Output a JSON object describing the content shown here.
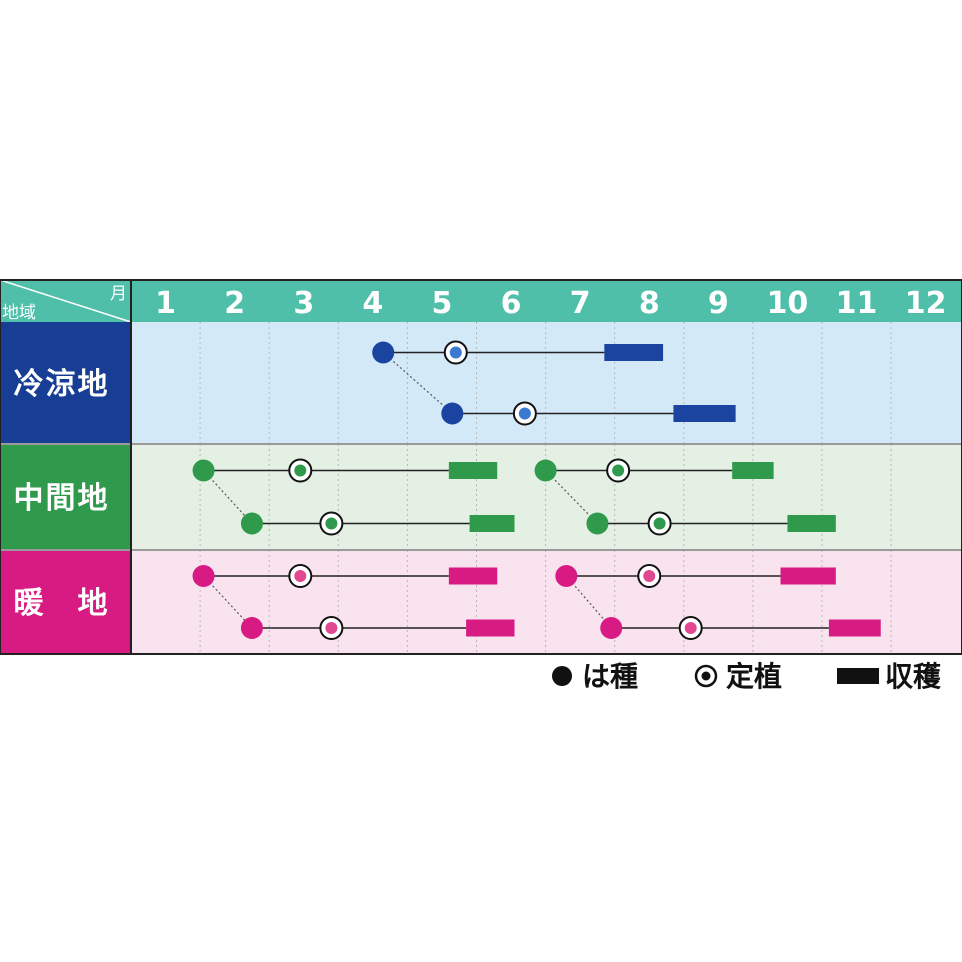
{
  "chart_data": {
    "type": "table",
    "header": {
      "month_unit": "月",
      "region_unit": "地域"
    },
    "months": [
      "1",
      "2",
      "3",
      "4",
      "5",
      "6",
      "7",
      "8",
      "9",
      "10",
      "11",
      "12"
    ],
    "colors": {
      "header_bg": "#4fbfa9",
      "grid_line": "#9a9a9a"
    },
    "regions": [
      {
        "name": "冷涼地",
        "label_bg": "#183d94",
        "row_bg": "#d3e9f7",
        "accent": "#1b44a0",
        "inner": "#3a7ad0",
        "schedules": [
          {
            "sow": 4.65,
            "transplant": 5.7,
            "harvest_start": 7.85,
            "harvest_end": 8.7
          },
          {
            "sow": 5.65,
            "transplant": 6.7,
            "harvest_start": 8.85,
            "harvest_end": 9.75
          }
        ],
        "links": [
          [
            0,
            1
          ]
        ]
      },
      {
        "name": "中間地",
        "label_bg": "#2f9a4c",
        "row_bg": "#e3f0e3",
        "accent": "#2f9a4c",
        "inner": "#2f9a4c",
        "schedules": [
          {
            "sow": 2.05,
            "transplant": 3.45,
            "harvest_start": 5.6,
            "harvest_end": 6.3
          },
          {
            "sow": 2.75,
            "transplant": 3.9,
            "harvest_start": 5.9,
            "harvest_end": 6.55
          },
          {
            "sow": 7.0,
            "transplant": 8.05,
            "harvest_start": 9.7,
            "harvest_end": 10.3
          },
          {
            "sow": 7.75,
            "transplant": 8.65,
            "harvest_start": 10.5,
            "harvest_end": 11.2
          }
        ],
        "links": [
          [
            0,
            1
          ],
          [
            2,
            3
          ]
        ]
      },
      {
        "name": "暖　地",
        "label_bg": "#d81b82",
        "row_bg": "#f9e3ef",
        "accent": "#d81b82",
        "inner": "#e0488f",
        "schedules": [
          {
            "sow": 2.05,
            "transplant": 3.45,
            "harvest_start": 5.6,
            "harvest_end": 6.3
          },
          {
            "sow": 2.75,
            "transplant": 3.9,
            "harvest_start": 5.85,
            "harvest_end": 6.55
          },
          {
            "sow": 7.3,
            "transplant": 8.5,
            "harvest_start": 10.4,
            "harvest_end": 11.2
          },
          {
            "sow": 7.95,
            "transplant": 9.1,
            "harvest_start": 11.1,
            "harvest_end": 11.85
          }
        ],
        "links": [
          [
            0,
            1
          ],
          [
            2,
            3
          ]
        ]
      }
    ],
    "legend": [
      {
        "symbol": "sow",
        "label": "は種"
      },
      {
        "symbol": "transplant",
        "label": "定植"
      },
      {
        "symbol": "harvest",
        "label": "収穫"
      }
    ]
  }
}
